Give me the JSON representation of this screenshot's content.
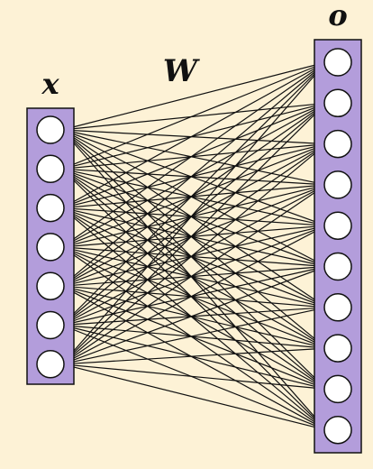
{
  "labels": {
    "input": "x",
    "weights": "W",
    "output": "o"
  },
  "layers": {
    "input_neurons": 7,
    "output_neurons": 10
  },
  "colors": {
    "background": "#fdf2d6",
    "layer_fill": "#b39ddb",
    "neuron_fill": "#ffffff",
    "stroke": "#111111"
  }
}
